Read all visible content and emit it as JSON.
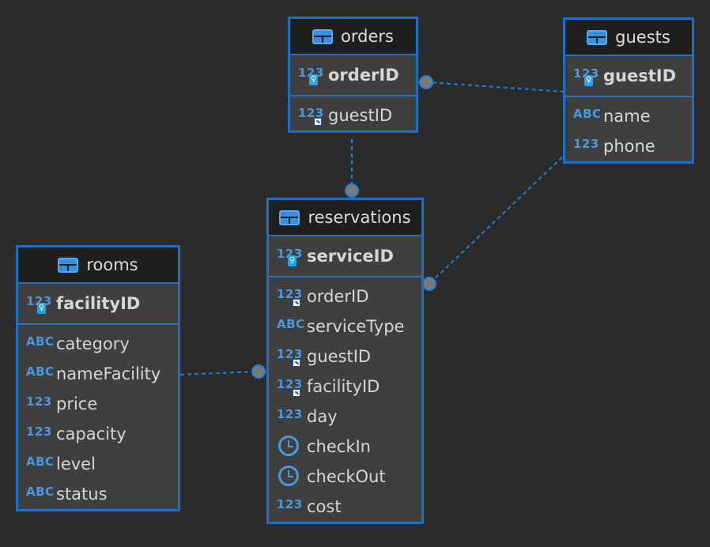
{
  "colors": {
    "background": "#2b2b2b",
    "entity_border": "#1b6fc7",
    "header_bg": "#1f1f1f",
    "body_bg": "#3f3f3f",
    "link": "#1e7fd8",
    "connector_dot": "#7a7a7a"
  },
  "entities": [
    {
      "id": "orders",
      "name": "orders",
      "pk": [
        {
          "name": "orderID",
          "type": "123",
          "role": "pk"
        }
      ],
      "columns": [
        {
          "name": "guestID",
          "type": "123",
          "role": "fk"
        }
      ]
    },
    {
      "id": "guests",
      "name": "guests",
      "pk": [
        {
          "name": "guestID",
          "type": "123",
          "role": "pk"
        }
      ],
      "columns": [
        {
          "name": "name",
          "type": "ABC",
          "role": ""
        },
        {
          "name": "phone",
          "type": "123",
          "role": ""
        }
      ]
    },
    {
      "id": "reservations",
      "name": "reservations",
      "pk": [
        {
          "name": "serviceID",
          "type": "123",
          "role": "pk"
        }
      ],
      "columns": [
        {
          "name": "orderID",
          "type": "123",
          "role": "fk"
        },
        {
          "name": "serviceType",
          "type": "ABC",
          "role": ""
        },
        {
          "name": "guestID",
          "type": "123",
          "role": "fk"
        },
        {
          "name": "facilityID",
          "type": "123",
          "role": "fk"
        },
        {
          "name": "day",
          "type": "123",
          "role": ""
        },
        {
          "name": "checkIn",
          "type": "clock",
          "role": ""
        },
        {
          "name": "checkOut",
          "type": "clock",
          "role": ""
        },
        {
          "name": "cost",
          "type": "123",
          "role": ""
        }
      ]
    },
    {
      "id": "rooms",
      "name": "rooms",
      "pk": [
        {
          "name": "facilityID",
          "type": "123",
          "role": "pk"
        }
      ],
      "columns": [
        {
          "name": "category",
          "type": "ABC",
          "role": ""
        },
        {
          "name": "nameFacility",
          "type": "ABC",
          "role": ""
        },
        {
          "name": "price",
          "type": "123",
          "role": ""
        },
        {
          "name": "capacity",
          "type": "123",
          "role": ""
        },
        {
          "name": "level",
          "type": "ABC",
          "role": ""
        },
        {
          "name": "status",
          "type": "ABC",
          "role": ""
        }
      ]
    }
  ],
  "relationships": [
    {
      "id": "orders-guests",
      "from": "orders",
      "to": "guests"
    },
    {
      "id": "reservations-orders",
      "from": "reservations",
      "to": "orders"
    },
    {
      "id": "reservations-guests",
      "from": "reservations",
      "to": "guests"
    },
    {
      "id": "reservations-rooms",
      "from": "reservations",
      "to": "rooms"
    }
  ]
}
